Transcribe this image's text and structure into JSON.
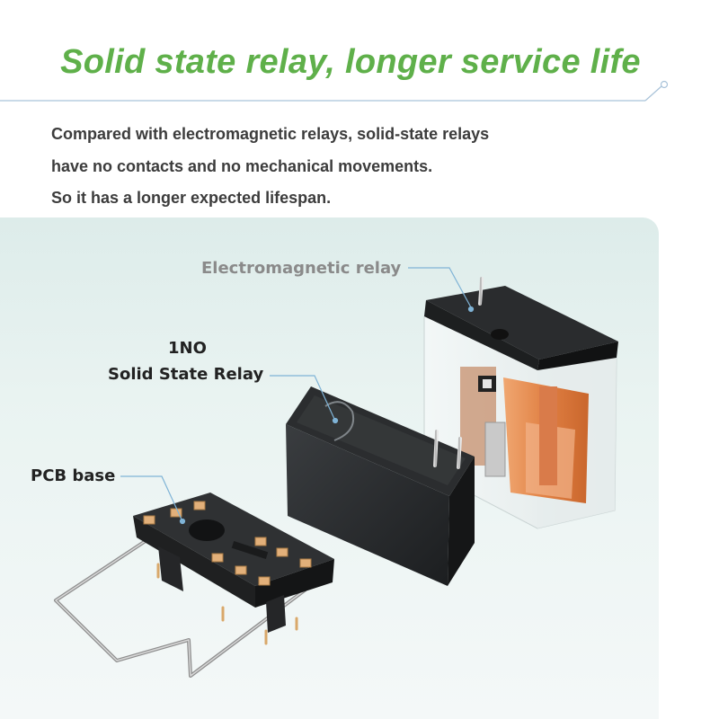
{
  "headline": "Solid state relay, longer service life",
  "description": [
    "Compared with electromagnetic relays, solid-state relays",
    "have no contacts and no mechanical movements.",
    "So it has a longer expected lifespan."
  ],
  "callouts": {
    "electromagnetic_relay": "Electromagnetic relay",
    "ssr_line1": "1NO",
    "ssr_line2": "Solid State Relay",
    "pcb_base": "PCB base"
  },
  "colors": {
    "headline_green": "#5fb04a",
    "leader_line_blue": "#7fb3d6",
    "body_text": "#3c3c3c",
    "relay_orange": "#e07a3a"
  }
}
